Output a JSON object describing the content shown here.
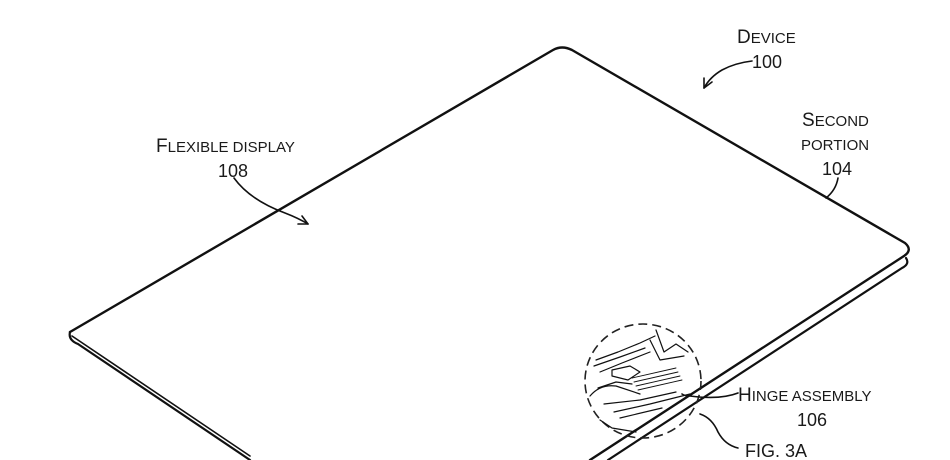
{
  "figure": {
    "caption": "FIG. 3A",
    "labels": {
      "device": {
        "name_first": "D",
        "name_rest": "EVICE",
        "ref": "100"
      },
      "flexible_display": {
        "name_first": "F",
        "name_rest": "LEXIBLE DISPLAY",
        "ref": "108"
      },
      "second_portion": {
        "line1_first": "S",
        "line1_rest": "ECOND",
        "line2": "PORTION",
        "ref": "104"
      },
      "hinge_assembly": {
        "name_first": "H",
        "name_rest": "INGE ASSEMBLY",
        "ref": "106"
      }
    }
  }
}
